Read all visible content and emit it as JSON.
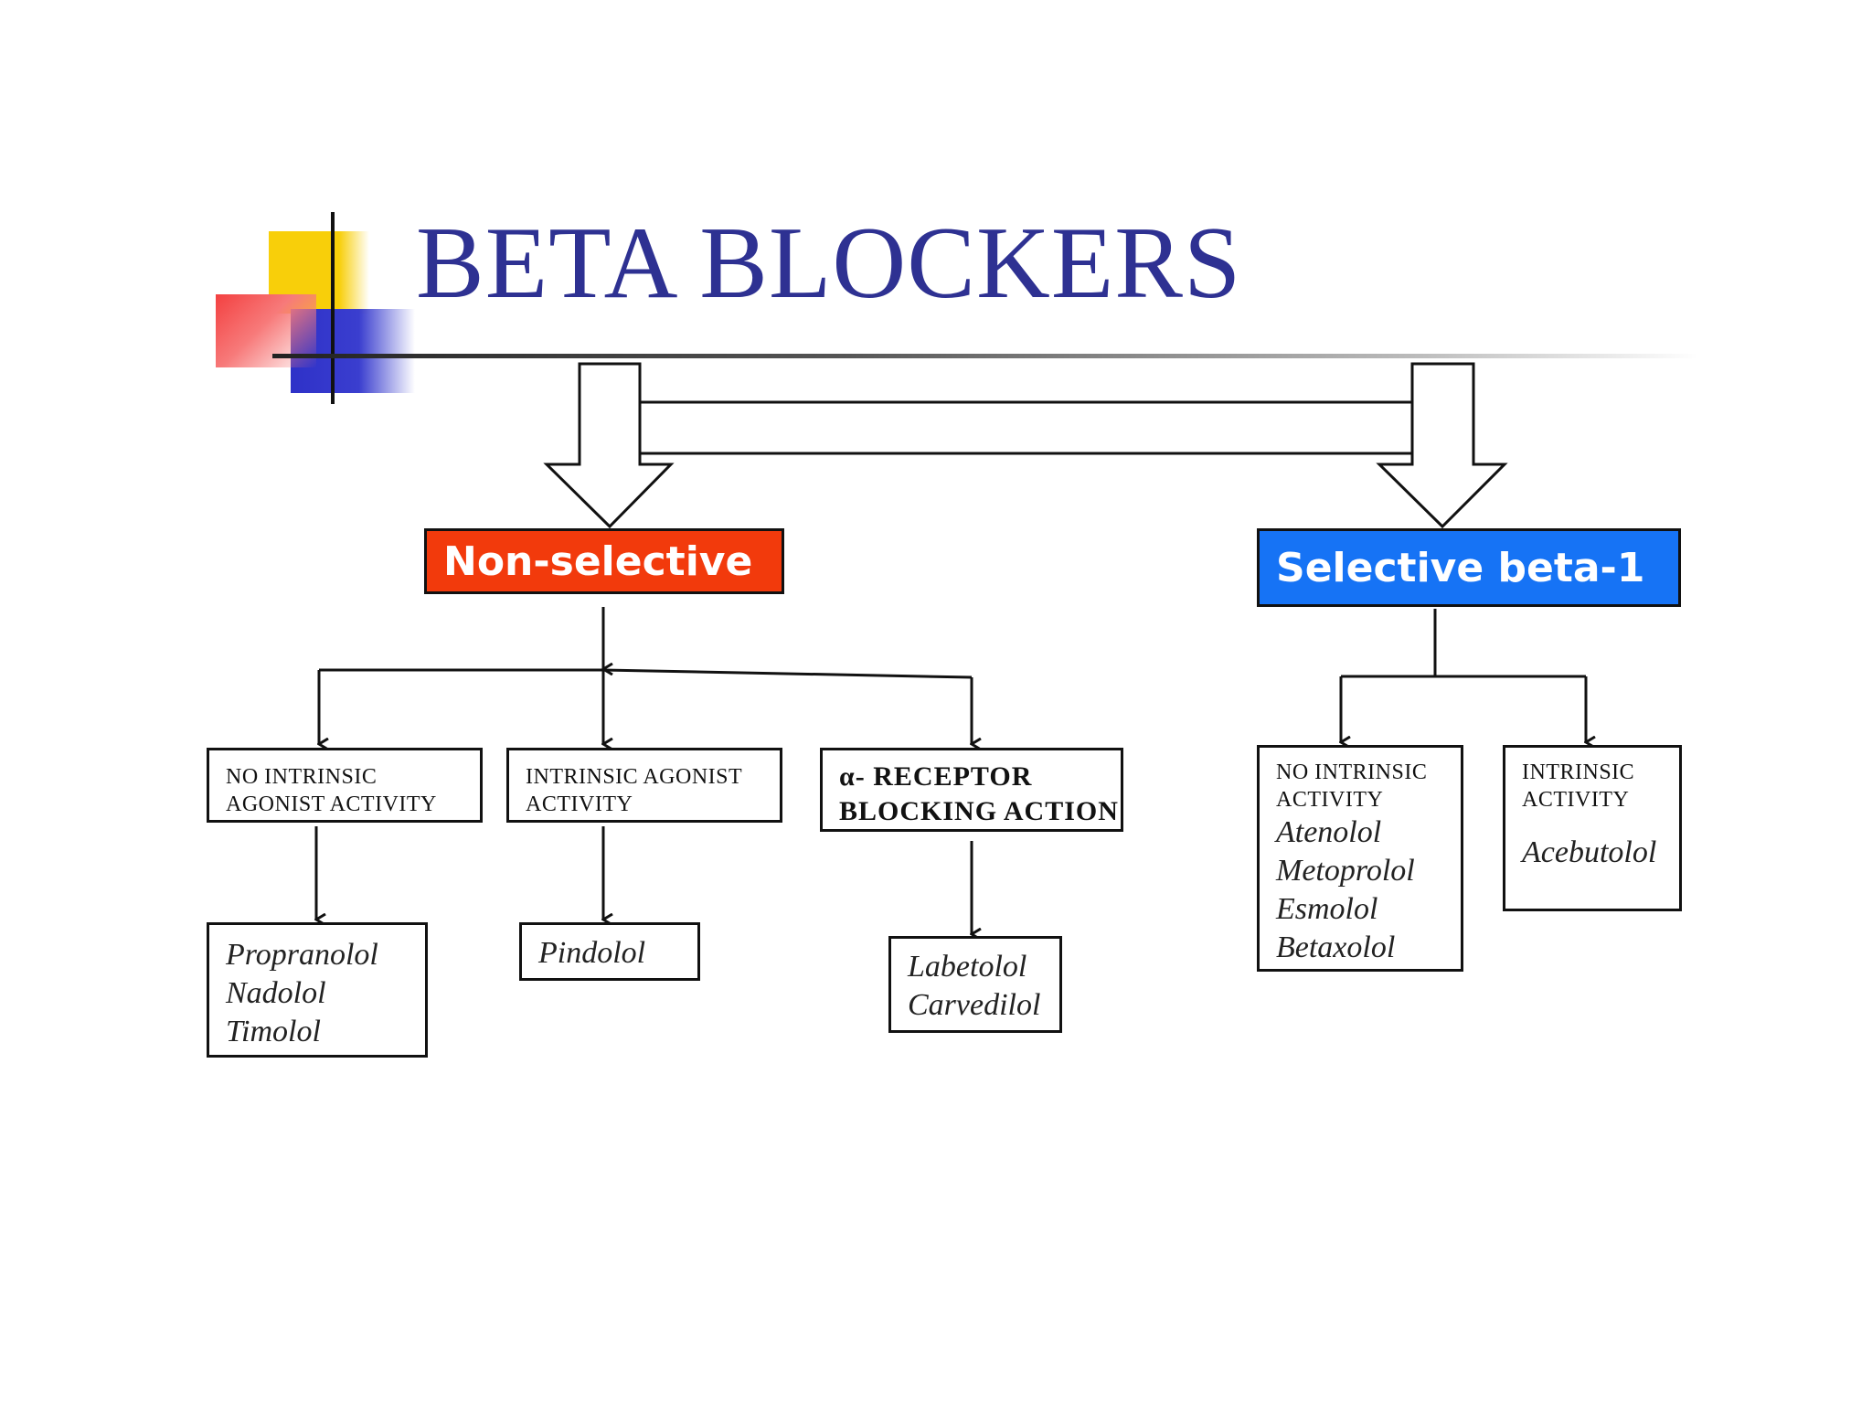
{
  "title": "BETA BLOCKERS",
  "categories": {
    "non_selective": "Non-selective",
    "selective": "Selective beta-1"
  },
  "non_selective_groups": [
    {
      "header_lines": [
        "NO INTRINSIC",
        "AGONIST  ACTIVITY"
      ],
      "drugs": [
        "Propranolol",
        "Nadolol",
        "Timolol"
      ]
    },
    {
      "header_lines": [
        "INTRINSIC  AGONIST",
        "ACTIVITY"
      ],
      "drugs": [
        "Pindolol"
      ]
    },
    {
      "header_lines": [
        "α- RECEPTOR",
        "BLOCKING ACTION"
      ],
      "drugs": [
        "Labetolol",
        "Carvedilol"
      ]
    }
  ],
  "selective_groups": [
    {
      "header_lines": [
        "NO INTRINSIC",
        "ACTIVITY"
      ],
      "drugs": [
        "Atenolol",
        "Metoprolol",
        "Esmolol",
        "Betaxolol"
      ]
    },
    {
      "header_lines": [
        "INTRINSIC",
        "ACTIVITY"
      ],
      "drugs": [
        "Acebutolol"
      ]
    }
  ],
  "colors": {
    "title": "#2e3192",
    "non_selective": "#f23a0c",
    "selective": "#1673f5"
  }
}
